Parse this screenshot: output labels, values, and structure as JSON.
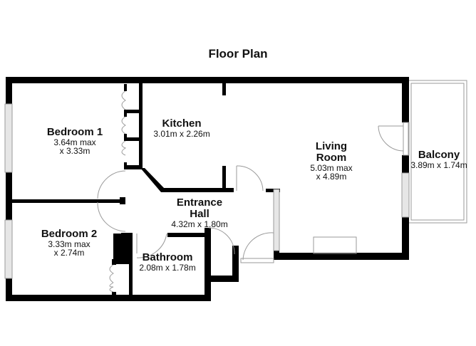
{
  "title": "Floor Plan",
  "colors": {
    "wall": "#000000",
    "fixture": "#9a9a9a",
    "window_fill": "#e6e6e6",
    "background": "#ffffff"
  },
  "rooms": {
    "bedroom1": {
      "name": "Bedroom 1",
      "dim1": "3.64m max",
      "dim2": "x 3.33m"
    },
    "kitchen": {
      "name": "Kitchen",
      "dim1": "3.01m x 2.26m"
    },
    "living": {
      "name1": "Living",
      "name2": "Room",
      "dim1": "5.03m max",
      "dim2": "x 4.89m"
    },
    "balcony": {
      "name": "Balcony",
      "dim1": "3.89m x 1.74m"
    },
    "hall": {
      "name1": "Entrance",
      "name2": "Hall",
      "dim1": "4.32m x 1.80m"
    },
    "bedroom2": {
      "name": "Bedroom 2",
      "dim1": "3.33m max",
      "dim2": "x 2.74m"
    },
    "bathroom": {
      "name": "Bathroom",
      "dim1": "2.08m x 1.78m"
    }
  }
}
